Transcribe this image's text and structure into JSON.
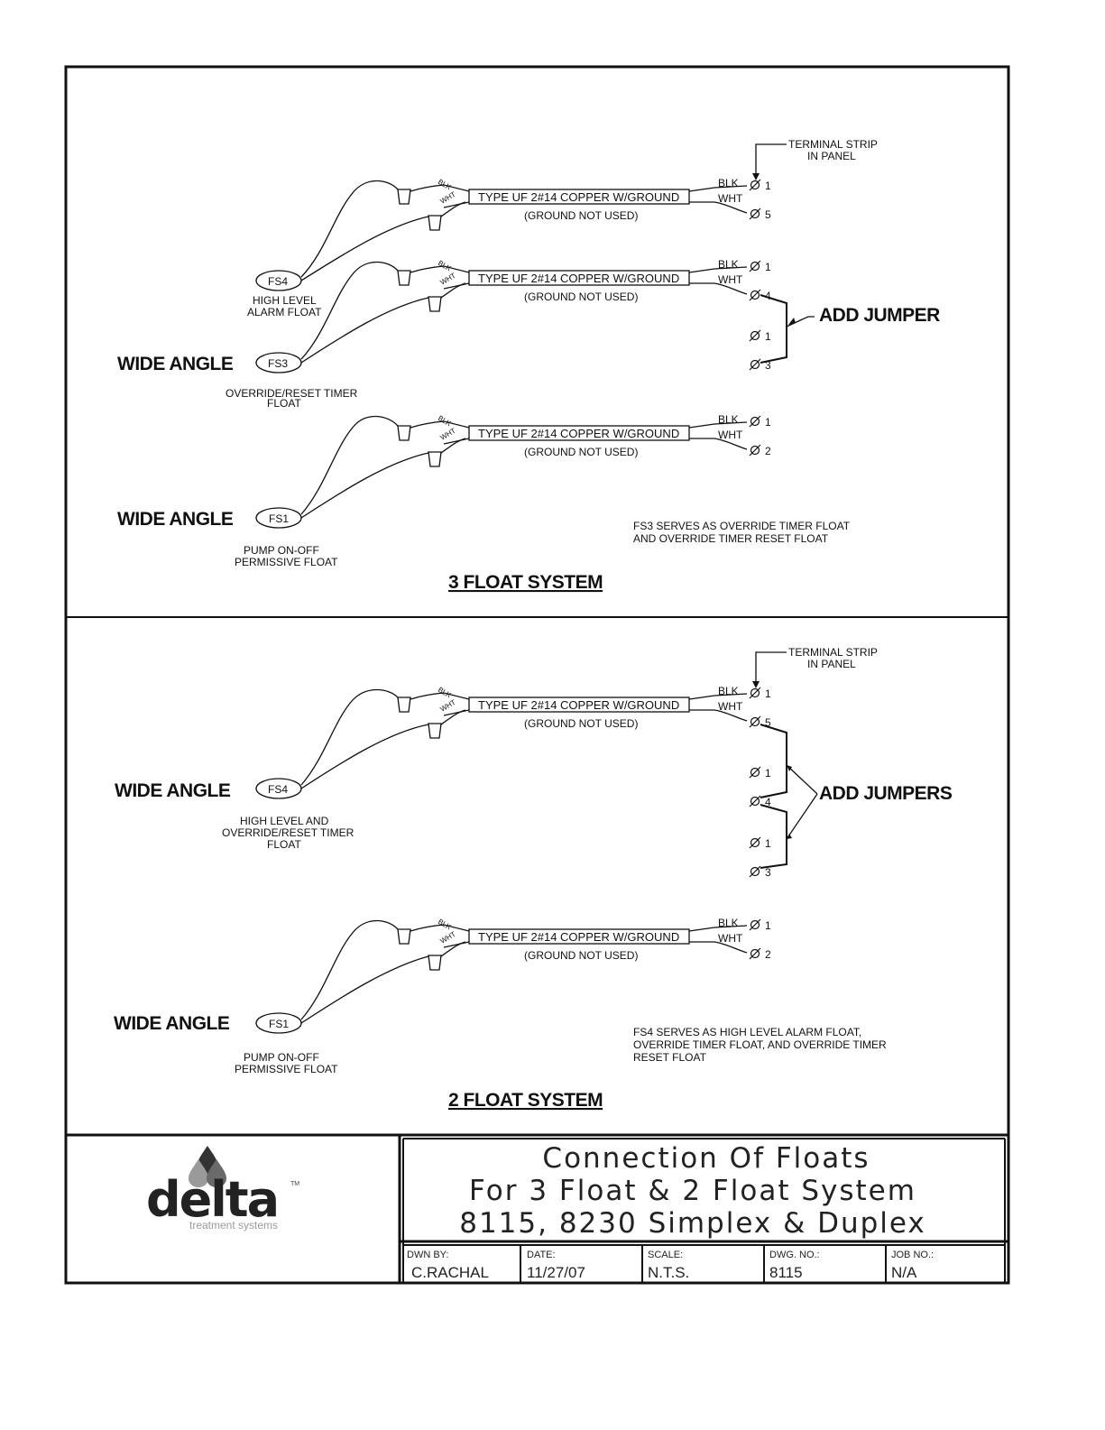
{
  "upper": {
    "terminal_label_1": "TERMINAL STRIP",
    "terminal_label_2": "IN PANEL",
    "cable_label": "TYPE UF 2#14 COPPER W/GROUND",
    "ground_note": "(GROUND NOT USED)",
    "wire_blk": "BLK",
    "wire_wht": "WHT",
    "rows": [
      {
        "t1": "1",
        "t2": "5"
      },
      {
        "t1": "1",
        "t2": "4"
      },
      {
        "t1": "1",
        "t2": "2"
      }
    ],
    "extra_terminals": [
      "1",
      "3"
    ],
    "jumper_label": "ADD JUMPER",
    "fs4_tag": "FS4",
    "fs4_desc_1": "HIGH LEVEL",
    "fs4_desc_2": "ALARM FLOAT",
    "fs3_prefix": "WIDE ANGLE",
    "fs3_tag": "FS3",
    "fs3_desc_1": "OVERRIDE/RESET TIMER",
    "fs3_desc_2": "FLOAT",
    "fs1_prefix": "WIDE ANGLE",
    "fs1_tag": "FS1",
    "fs1_desc_1": "PUMP ON-OFF",
    "fs1_desc_2": "PERMISSIVE FLOAT",
    "note_1": "FS3 SERVES AS OVERRIDE TIMER FLOAT",
    "note_2": "AND OVERRIDE TIMER RESET FLOAT",
    "system_title": "3 FLOAT SYSTEM"
  },
  "lower": {
    "terminal_label_1": "TERMINAL STRIP",
    "terminal_label_2": "IN PANEL",
    "cable_label": "TYPE UF 2#14 COPPER W/GROUND",
    "ground_note": "(GROUND NOT USED)",
    "wire_blk": "BLK",
    "wire_wht": "WHT",
    "rows": [
      {
        "t1": "1",
        "t2": "5"
      },
      {
        "t1": "1",
        "t2": "2"
      }
    ],
    "extra_terminals": [
      "1",
      "4",
      "1",
      "3"
    ],
    "jumper_label": "ADD JUMPERS",
    "fs4_prefix": "WIDE ANGLE",
    "fs4_tag": "FS4",
    "fs4_desc_1": "HIGH LEVEL AND",
    "fs4_desc_2": "OVERRIDE/RESET TIMER",
    "fs4_desc_3": "FLOAT",
    "fs1_prefix": "WIDE ANGLE",
    "fs1_tag": "FS1",
    "fs1_desc_1": "PUMP ON-OFF",
    "fs1_desc_2": "PERMISSIVE FLOAT",
    "note_1": "FS4 SERVES AS HIGH LEVEL ALARM FLOAT,",
    "note_2": "OVERRIDE TIMER FLOAT, AND OVERRIDE TIMER",
    "note_3": "RESET FLOAT",
    "system_title": "2 FLOAT SYSTEM"
  },
  "logo": {
    "name": "delta",
    "tagline": "treatment systems",
    "trademark": "TM"
  },
  "title_block": {
    "title_line_1": "Connection Of Floats",
    "title_line_2": "For 3 Float & 2 Float System",
    "title_line_3": "8115, 8230 Simplex & Duplex",
    "drawn_by_label": "DWN BY:",
    "drawn_by": "C.RACHAL",
    "date_label": "DATE:",
    "date": "11/27/07",
    "scale_label": "SCALE:",
    "scale": "N.T.S.",
    "dwg_no_label": "DWG. NO.:",
    "dwg_no": "8115",
    "job_no_label": "JOB NO.:",
    "job_no": "N/A"
  },
  "colors": {
    "ink": "#111111",
    "logo_grey": "#9a9a9a"
  }
}
